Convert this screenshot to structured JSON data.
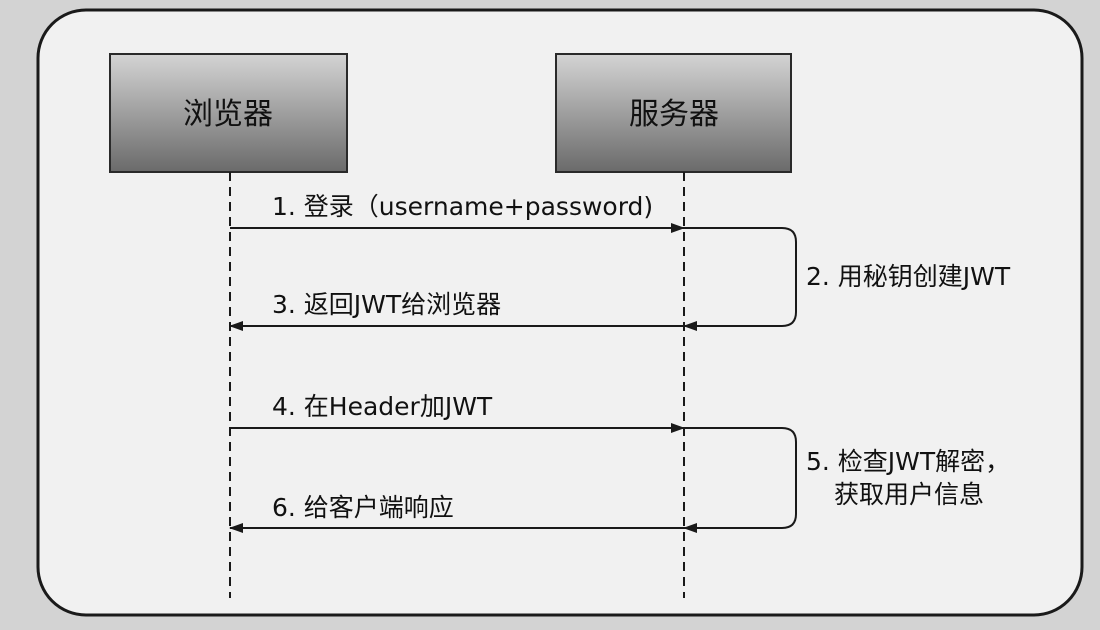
{
  "participants": {
    "browser": "浏览器",
    "server": "服务器"
  },
  "messages": [
    {
      "id": "m1",
      "label": "1. 登录（username+password)",
      "direction": "browser-to-server"
    },
    {
      "id": "m2",
      "label": "2. 用秘钥创建JWT",
      "direction": "server-self"
    },
    {
      "id": "m3",
      "label": "3. 返回JWT给浏览器",
      "direction": "server-to-browser"
    },
    {
      "id": "m4",
      "label": "4. 在Header加JWT",
      "direction": "browser-to-server"
    },
    {
      "id": "m5",
      "label_lines": [
        "5. 检查JWT解密，",
        "获取用户信息"
      ],
      "direction": "server-self"
    },
    {
      "id": "m6",
      "label": "6. 给客户端响应",
      "direction": "server-to-browser"
    }
  ],
  "colors": {
    "background": "#d3d3d3",
    "frame": "#f2f2f2",
    "box_top": "#d0d0d0",
    "box_bottom": "#6e6e6e",
    "line": "#1a1a1a"
  }
}
